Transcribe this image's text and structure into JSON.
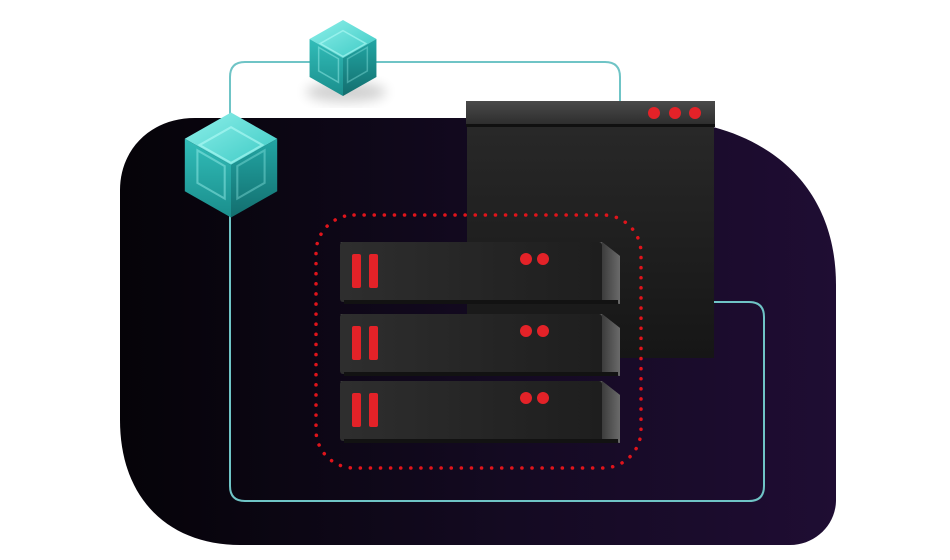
{
  "palette": {
    "page_background": "#ffffff",
    "blob_dark": "#050308",
    "blob_purple": "#1f0d33",
    "connector_line": "#6fc4c6",
    "cube_teal": "#36c6c3",
    "server_body": "#2b2b2b",
    "server_led_red": "#e32228",
    "dotted_boundary": "#e0141b"
  },
  "icons": {
    "window": "app-window-icon",
    "server_stack": "server-rack-icon",
    "cube": "cube-icon"
  },
  "window_controls": [
    "red-dot",
    "red-dot",
    "red-dot"
  ],
  "server_units": 3
}
